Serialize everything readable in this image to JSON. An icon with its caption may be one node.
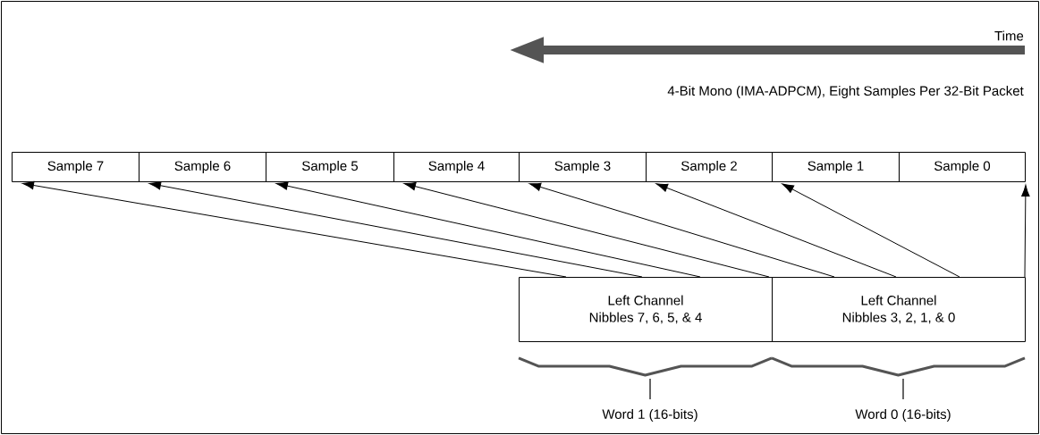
{
  "diagram": {
    "nodes": [
      {
        "text": [
          "Sample 7"
        ]
      },
      {
        "text": [
          "Sample 6"
        ]
      },
      {
        "text": [
          "Sample 5"
        ]
      },
      {
        "text": [
          "Sample 4"
        ]
      },
      {
        "text": [
          "Sample 3"
        ]
      },
      {
        "text": [
          "Sample 2"
        ]
      },
      {
        "text": [
          "Sample 1"
        ]
      },
      {
        "text": [
          "Sample 0"
        ]
      },
      {
        "text": [
          "Left Channel",
          "Nibbles 7, 6, 5, & 4"
        ]
      },
      {
        "text": [
          "Left Channel",
          "Nibbles 3, 2, 1, & 0"
        ]
      }
    ],
    "edges": [
      {
        "from": 8,
        "to": 0,
        "arrow": "to"
      },
      {
        "from": 8,
        "to": 1,
        "arrow": "to"
      },
      {
        "from": 8,
        "to": 2,
        "arrow": "to"
      },
      {
        "from": 8,
        "to": 3,
        "arrow": "to"
      },
      {
        "from": 9,
        "to": 4,
        "arrow": "to"
      },
      {
        "from": 9,
        "to": 5,
        "arrow": "to"
      },
      {
        "from": 9,
        "to": 6,
        "arrow": "to"
      },
      {
        "from": 9,
        "to": 7,
        "arrow": "to"
      }
    ],
    "labels": [
      "Time",
      "4-Bit Mono (IMA-ADPCM), Eight Samples Per 32-Bit Packet",
      "Word 1 (16-bits)",
      "Word 0 (16-bits)"
    ]
  }
}
